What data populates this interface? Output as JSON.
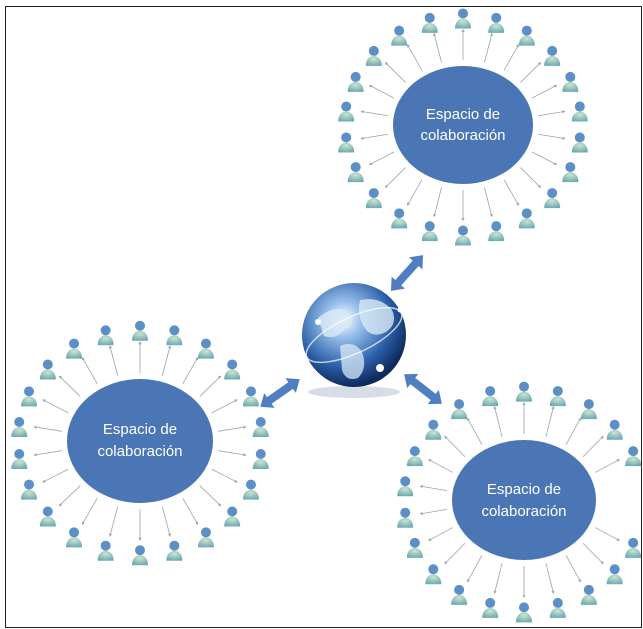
{
  "hubs": [
    {
      "id": "top-right",
      "label_line1": "Espacio de",
      "label_line2": "colaboración"
    },
    {
      "id": "left",
      "label_line1": "Espacio de",
      "label_line2": "colaboración"
    },
    {
      "id": "bottom-right",
      "label_line1": "Espacio de",
      "label_line2": "colaboración"
    }
  ],
  "colors": {
    "hub_fill": "#4a76b5",
    "hub_text": "#ffffff",
    "arrow": "#4f7fc0",
    "person_head": "#5b8fc5",
    "person_body": "#7fb3b8",
    "spoke": "#9aa4ad",
    "globe": "#2a5fa8"
  },
  "icons": {
    "center": "globe-icon",
    "member": "person-icon"
  }
}
